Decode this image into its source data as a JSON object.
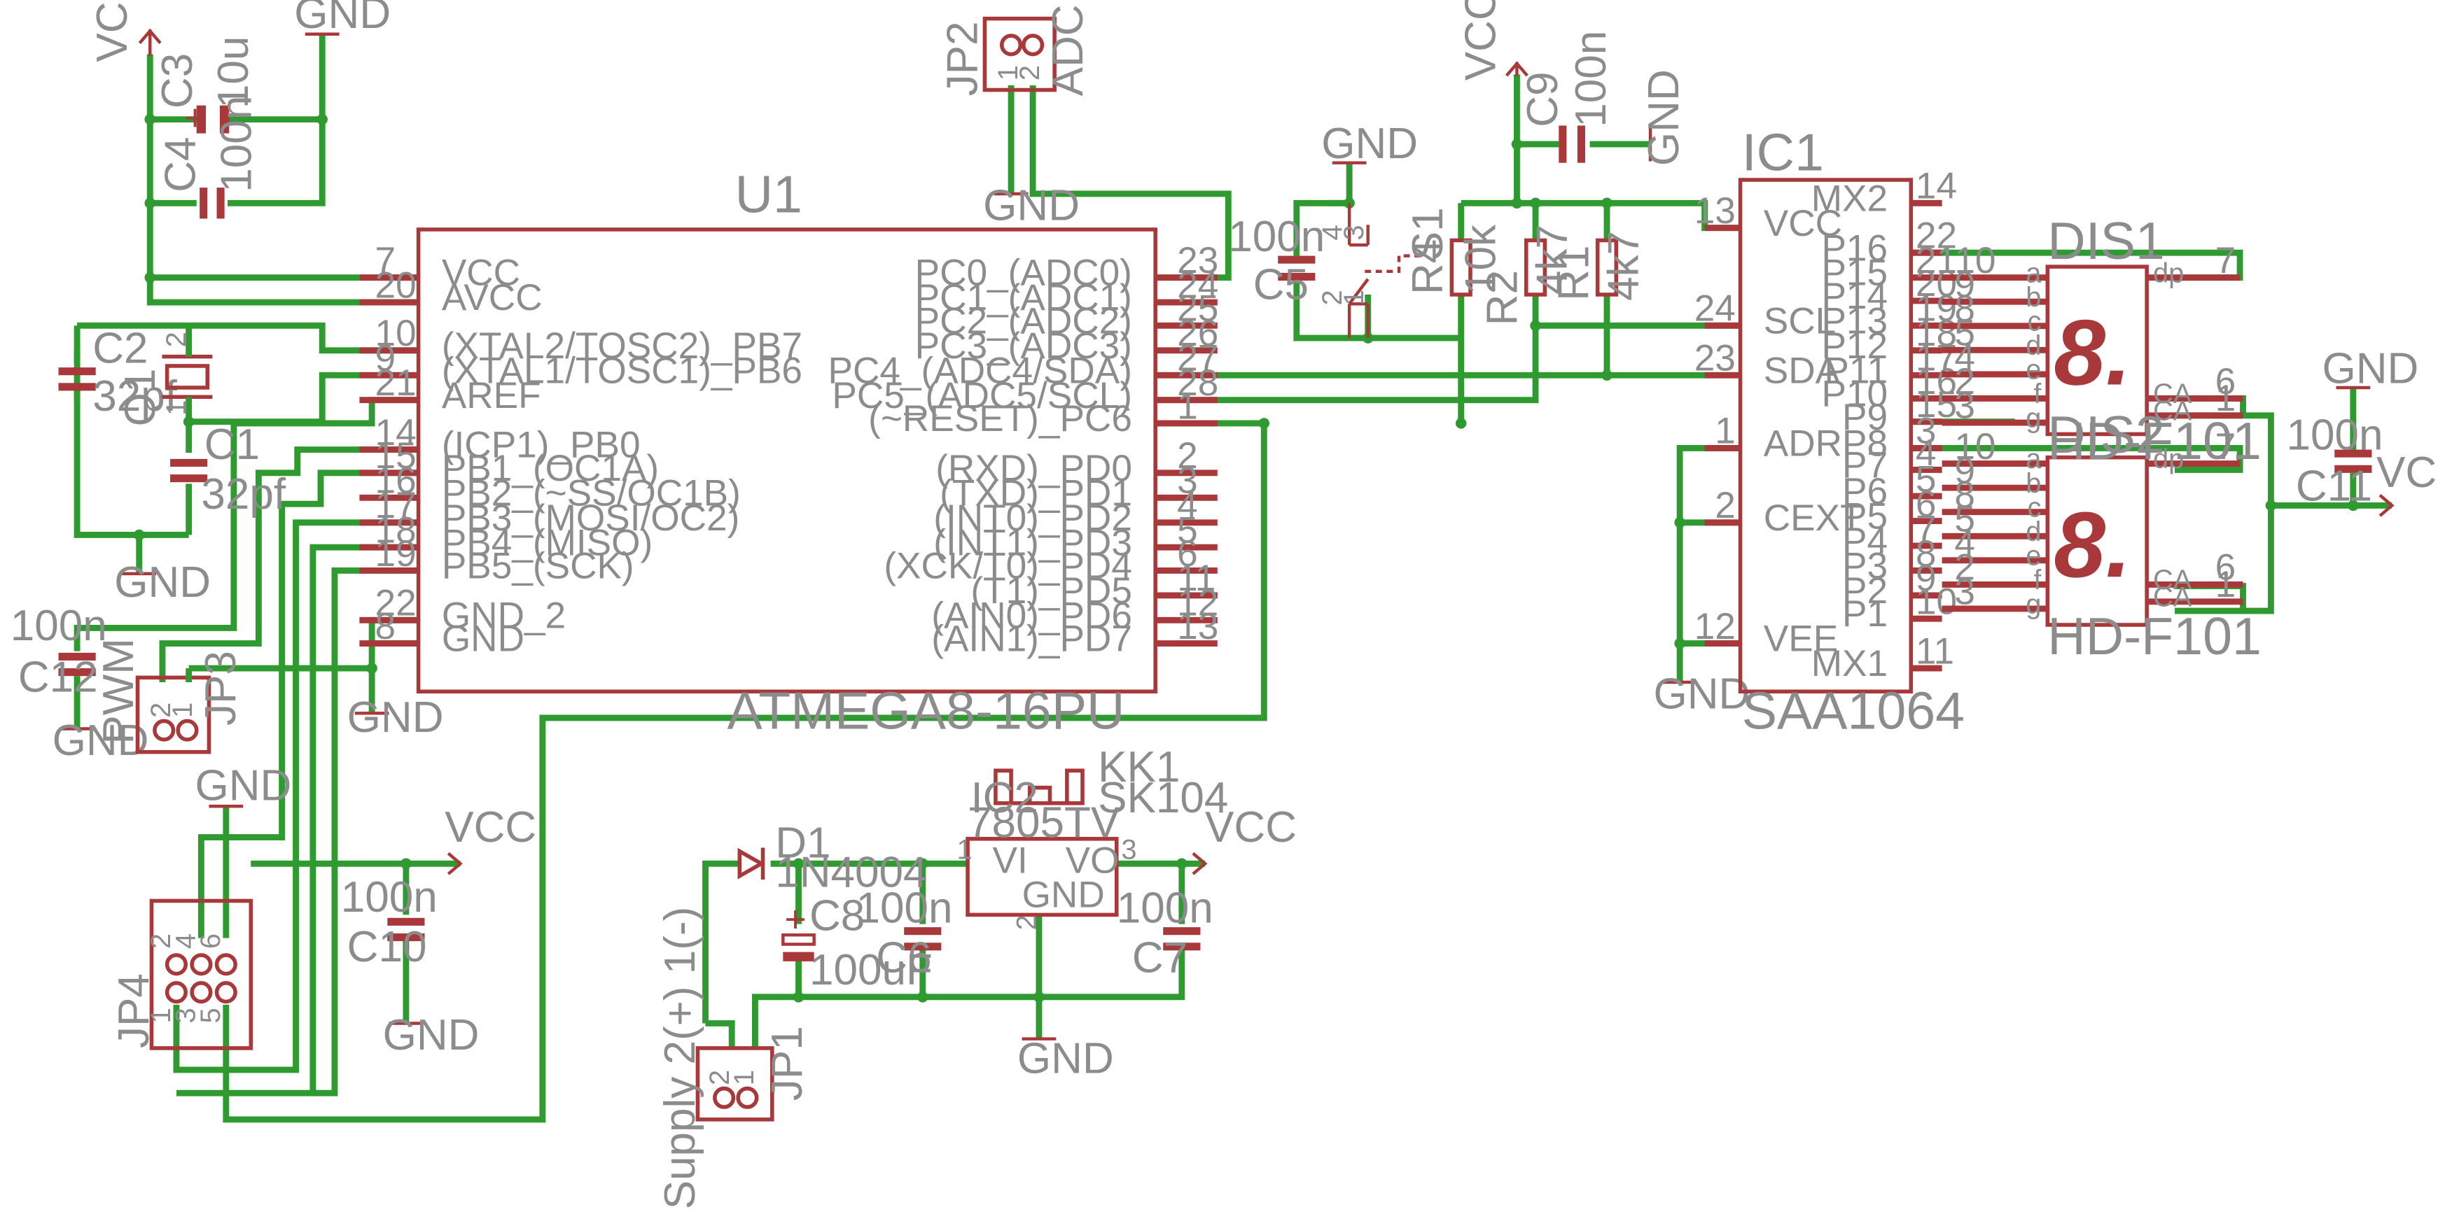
{
  "power": {
    "vcc": "VCC",
    "gnd": "GND"
  },
  "u1": {
    "name": "U1",
    "value": "ATMEGA8-16PU",
    "left_pins": [
      {
        "num": "7",
        "name": "VCC"
      },
      {
        "num": "20",
        "name": "AVCC"
      },
      {
        "num": "10",
        "name": "(XTAL2/TOSC2)_PB7"
      },
      {
        "num": "9",
        "name": "(XTAL1/TOSC1)_PB6"
      },
      {
        "num": "21",
        "name": "AREF"
      },
      {
        "num": "14",
        "name": "(ICP1)_PB0"
      },
      {
        "num": "15",
        "name": "PB1_(OC1A)"
      },
      {
        "num": "16",
        "name": "PB2_(~SS/OC1B)"
      },
      {
        "num": "17",
        "name": "PB3_(MOSI/OC2)"
      },
      {
        "num": "18",
        "name": "PB4_(MISO)"
      },
      {
        "num": "19",
        "name": "PB5_(SCK)"
      },
      {
        "num": "22",
        "name": "GND_2"
      },
      {
        "num": "8",
        "name": "GND"
      }
    ],
    "right_pins": [
      {
        "num": "23",
        "name": "PC0_(ADC0)"
      },
      {
        "num": "24",
        "name": "PC1_(ADC1)"
      },
      {
        "num": "25",
        "name": "PC2_(ADC2)"
      },
      {
        "num": "26",
        "name": "PC3_(ADC3)"
      },
      {
        "num": "27",
        "name": "PC4_(ADC4/SDA)"
      },
      {
        "num": "28",
        "name": "PC5_(ADC5/SCL)"
      },
      {
        "num": "1",
        "name": "(~RESET)_PC6"
      },
      {
        "num": "2",
        "name": "(RXD)_PD0"
      },
      {
        "num": "3",
        "name": "(TXD)_PD1"
      },
      {
        "num": "4",
        "name": "(INT0)_PD2"
      },
      {
        "num": "5",
        "name": "(INT1)_PD3"
      },
      {
        "num": "6",
        "name": "(XCK/T0)_PD4"
      },
      {
        "num": "11",
        "name": "(T1)_PD5"
      },
      {
        "num": "12",
        "name": "(AIN0)_PD6"
      },
      {
        "num": "13",
        "name": "(AIN1)_PD7"
      }
    ]
  },
  "ic1": {
    "name": "IC1",
    "value": "SAA1064",
    "left_pins": [
      {
        "num": "13",
        "name": "VCC"
      },
      {
        "num": "24",
        "name": "SCL"
      },
      {
        "num": "23",
        "name": "SDA"
      },
      {
        "num": "1",
        "name": "ADR"
      },
      {
        "num": "2",
        "name": "CEXT"
      },
      {
        "num": "12",
        "name": "VEE"
      }
    ],
    "right_pins": [
      {
        "num": "14",
        "name": "MX2"
      },
      {
        "num": "22",
        "name": "P16"
      },
      {
        "num": "21",
        "name": "P15"
      },
      {
        "num": "20",
        "name": "P14"
      },
      {
        "num": "19",
        "name": "P13"
      },
      {
        "num": "18",
        "name": "P12"
      },
      {
        "num": "17",
        "name": "P11"
      },
      {
        "num": "16",
        "name": "P10"
      },
      {
        "num": "15",
        "name": "P9"
      },
      {
        "num": "3",
        "name": "P8"
      },
      {
        "num": "4",
        "name": "P7"
      },
      {
        "num": "5",
        "name": "P6"
      },
      {
        "num": "6",
        "name": "P5"
      },
      {
        "num": "7",
        "name": "P4"
      },
      {
        "num": "8",
        "name": "P3"
      },
      {
        "num": "9",
        "name": "P2"
      },
      {
        "num": "10",
        "name": "P1"
      },
      {
        "num": "11",
        "name": "MX1"
      }
    ]
  },
  "dis1": {
    "name": "DIS1",
    "value": "HD-F101",
    "digit": "8.",
    "pins": [
      {
        "num": "7",
        "seg": "dp"
      },
      {
        "num": "10",
        "seg": "a"
      },
      {
        "num": "9",
        "seg": "b"
      },
      {
        "num": "8",
        "seg": "c"
      },
      {
        "num": "5",
        "seg": "d"
      },
      {
        "num": "4",
        "seg": "e"
      },
      {
        "num": "2",
        "seg": "f"
      },
      {
        "num": "6",
        "seg": "CA"
      },
      {
        "num": "3",
        "seg": "g"
      },
      {
        "num": "1",
        "seg": "CA"
      }
    ]
  },
  "dis2": {
    "name": "DIS2",
    "value": "HD-F101",
    "digit": "8.",
    "pins": [
      {
        "num": "10",
        "seg": "a"
      },
      {
        "num": "7",
        "seg": "dp"
      },
      {
        "num": "9",
        "seg": "b"
      },
      {
        "num": "8",
        "seg": "c"
      },
      {
        "num": "5",
        "seg": "d"
      },
      {
        "num": "4",
        "seg": "e"
      },
      {
        "num": "2",
        "seg": "f"
      },
      {
        "num": "6",
        "seg": "CA"
      },
      {
        "num": "3",
        "seg": "g"
      },
      {
        "num": "1",
        "seg": "CA"
      }
    ]
  },
  "caps": {
    "c3": {
      "name": "C3",
      "value": "10u"
    },
    "c4": {
      "name": "C4",
      "value": "100n"
    },
    "c2": {
      "name": "C2",
      "value": "32pf"
    },
    "c1": {
      "name": "C1",
      "value": "32pf"
    },
    "c12": {
      "name": "C12",
      "value": "100n"
    },
    "c5": {
      "name": "C5",
      "value": "100n"
    },
    "c9": {
      "name": "C9",
      "value": "100n"
    },
    "c11": {
      "name": "C11",
      "value": "100n"
    },
    "c10": {
      "name": "C10",
      "value": "100n"
    },
    "c6": {
      "name": "C6",
      "value": "100n"
    },
    "c7": {
      "name": "C7",
      "value": "100n"
    },
    "c8": {
      "name": "C8",
      "value": "100uF"
    }
  },
  "resistors": {
    "r4": {
      "name": "R4",
      "value": "10k"
    },
    "r2": {
      "name": "R2",
      "value": "4k7"
    },
    "r1": {
      "name": "R1",
      "value": "4k7"
    }
  },
  "crystal": {
    "name": "Q1",
    "pin1": "1",
    "pin2": "2"
  },
  "switch": {
    "name": "S1",
    "pins": [
      "4",
      "3",
      "2",
      "1"
    ]
  },
  "jumpers": {
    "jp1": {
      "name": "JP1",
      "label": "Supply 2(+) 1(-)",
      "pins": [
        "2",
        "1"
      ]
    },
    "jp2": {
      "name": "JP2",
      "label": "ADC",
      "pins": [
        "1",
        "2"
      ]
    },
    "jp3": {
      "name": "JP3",
      "label": "PWM",
      "pins": [
        "2",
        "1"
      ]
    },
    "jp4": {
      "name": "JP4",
      "pins_top": [
        "2",
        "4",
        "6"
      ],
      "pins_bottom": [
        "1",
        "3",
        "5"
      ]
    }
  },
  "regulator": {
    "name": "IC2",
    "value": "7805TV",
    "in": "VI",
    "out": "VO",
    "gnd": "GND",
    "pin_in": "1",
    "pin_out": "3",
    "pin_gnd": "2"
  },
  "heatsink": {
    "name": "KK1",
    "value": "SK104"
  },
  "diode": {
    "name": "D1",
    "value": "1N4004"
  }
}
